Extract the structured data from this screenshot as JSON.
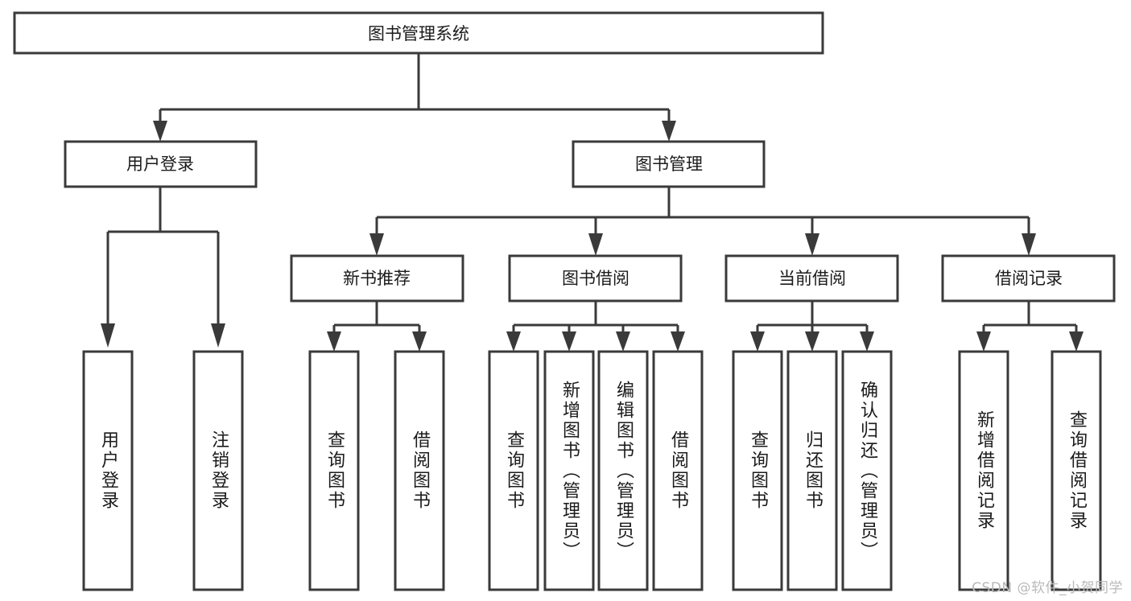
{
  "diagram": {
    "type": "hierarchy-tree",
    "title": "图书管理系统",
    "orientation": "top-down",
    "levels": 4,
    "root": {
      "label": "图书管理系统",
      "children": [
        {
          "label": "用户登录",
          "children": [
            {
              "label": "用户登录"
            },
            {
              "label": "注销登录"
            }
          ]
        },
        {
          "label": "图书管理",
          "children": [
            {
              "label": "新书推荐",
              "children": [
                {
                  "label": "查询图书"
                },
                {
                  "label": "借阅图书"
                }
              ]
            },
            {
              "label": "图书借阅",
              "children": [
                {
                  "label": "查询图书"
                },
                {
                  "label": "新增图书（管理员）"
                },
                {
                  "label": "编辑图书（管理员）"
                },
                {
                  "label": "借阅图书"
                }
              ]
            },
            {
              "label": "当前借阅",
              "children": [
                {
                  "label": "查询图书"
                },
                {
                  "label": "归还图书"
                },
                {
                  "label": "确认归还（管理员）"
                }
              ]
            },
            {
              "label": "借阅记录",
              "children": [
                {
                  "label": "新增借阅记录"
                },
                {
                  "label": "查询借阅记录"
                }
              ]
            }
          ]
        }
      ]
    }
  },
  "nodes": {
    "root": "图书管理系统",
    "l1": {
      "user_login": "用户登录",
      "book_manage": "图书管理"
    },
    "l2": {
      "new_book_rec": "新书推荐",
      "book_borrow": "图书借阅",
      "current_borrow": "当前借阅",
      "borrow_record": "借阅记录"
    },
    "leaves": {
      "user_login_1": "用户登录",
      "user_login_2": "注销登录",
      "newrec_1": "查询图书",
      "newrec_2": "借阅图书",
      "borrow_1": "查询图书",
      "borrow_2": "新增图书（管理员）",
      "borrow_3": "编辑图书（管理员）",
      "borrow_4": "借阅图书",
      "current_1": "查询图书",
      "current_2": "归还图书",
      "current_3": "确认归还（管理员）",
      "record_1": "新增借阅记录",
      "record_2": "查询借阅记录"
    }
  },
  "watermark": {
    "text": "CSDN @软件_小贺同学"
  },
  "colors": {
    "stroke": "#3a3a3a",
    "box_fill": "#ffffff",
    "text": "#1b1b1b",
    "background": "#ffffff",
    "watermark": "#b9b9b9"
  }
}
